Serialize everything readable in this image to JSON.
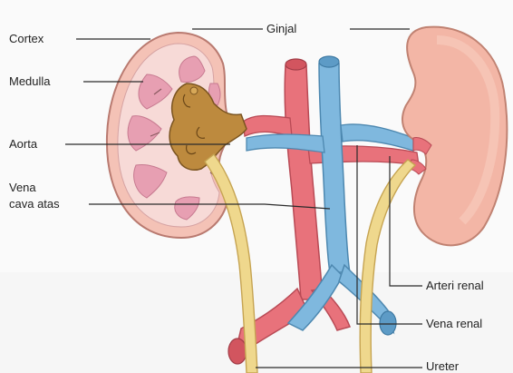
{
  "labels": {
    "cortex": "Cortex",
    "ginjal": "Ginjal",
    "medulla": "Medulla",
    "aorta": "Aorta",
    "vena_cava": "Vena\ncava atas",
    "arteri_renal": "Arteri renal",
    "vena_renal": "Vena renal",
    "ureter": "Ureter"
  },
  "colors": {
    "artery": "#e96f78",
    "vein": "#79b6dc",
    "ureter": "#ecd58a",
    "kidney_outer": "#f3b8aa",
    "kidney_cortex": "#f6d4d3",
    "medulla_pyramid": "#e59cb0",
    "pelvis": "#b98639"
  }
}
